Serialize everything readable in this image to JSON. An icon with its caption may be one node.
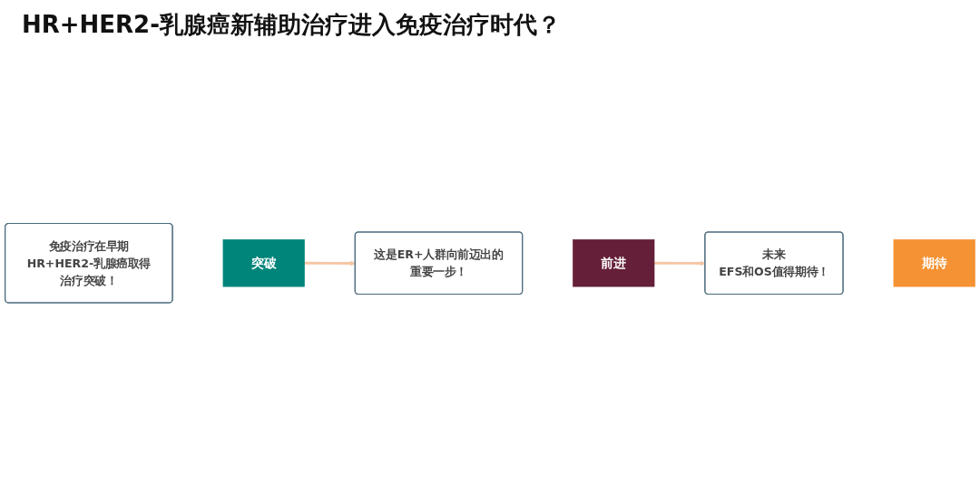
{
  "diagram": {
    "title": "HR+HER2-乳腺癌新辅助治疗进入免疫治疗时代？",
    "nodes": [
      {
        "text": [
          "免疫治疗在早期HR+HER2-乳腺癌取得",
          "治疗突破！"
        ]
      },
      {
        "text": [
          "突破"
        ]
      },
      {
        "text": [
          "这是ER+人群向前迈出的重要一步！"
        ]
      },
      {
        "text": [
          "前进"
        ]
      },
      {
        "text": [
          "未来",
          "EFS和OS值得期待！"
        ]
      },
      {
        "text": [
          "期待"
        ]
      }
    ],
    "edges": [
      {
        "from": 1,
        "to": 2,
        "arrow": "to"
      },
      {
        "from": 3,
        "to": 4,
        "arrow": "to"
      }
    ]
  }
}
